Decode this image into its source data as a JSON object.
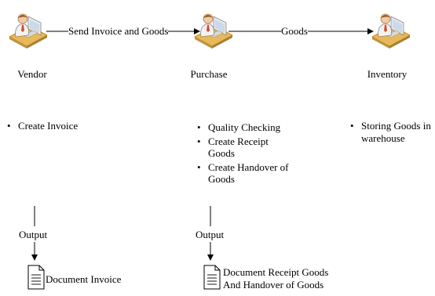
{
  "flow_labels": {
    "vendor_to_purchase": "Send Invoice and Goods",
    "purchase_to_inventory": "Goods"
  },
  "actors": [
    {
      "name": "Vendor",
      "icon": "user-at-computer-icon"
    },
    {
      "name": "Purchase",
      "icon": "user-at-computer-icon"
    },
    {
      "name": "Inventory",
      "icon": "user-at-computer-icon"
    }
  ],
  "tasks": {
    "vendor": [
      "Create Invoice"
    ],
    "purchase": [
      "Quality Checking",
      "Create Receipt Goods",
      "Create Handover of Goods"
    ],
    "inventory": [
      "Storing Goods in warehouse"
    ]
  },
  "outputs": {
    "vendor": {
      "label": "Output",
      "document": "Document Invoice",
      "icon": "document-icon"
    },
    "purchase": {
      "label": "Output",
      "document_line1": "Document Receipt Goods",
      "document_line2": "And Handover of Goods",
      "icon": "document-icon"
    }
  }
}
